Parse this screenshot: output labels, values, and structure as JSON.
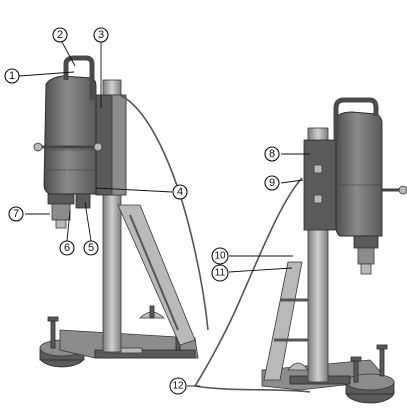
{
  "figure": {
    "callouts": [
      {
        "id": "1",
        "label": "1"
      },
      {
        "id": "2",
        "label": "2"
      },
      {
        "id": "3",
        "label": "3"
      },
      {
        "id": "4",
        "label": "4"
      },
      {
        "id": "5",
        "label": "5"
      },
      {
        "id": "6",
        "label": "6"
      },
      {
        "id": "7",
        "label": "7"
      },
      {
        "id": "8",
        "label": "8"
      },
      {
        "id": "9",
        "label": "9"
      },
      {
        "id": "10",
        "label": "10"
      },
      {
        "id": "11",
        "label": "11"
      },
      {
        "id": "12",
        "label": "12"
      }
    ]
  }
}
